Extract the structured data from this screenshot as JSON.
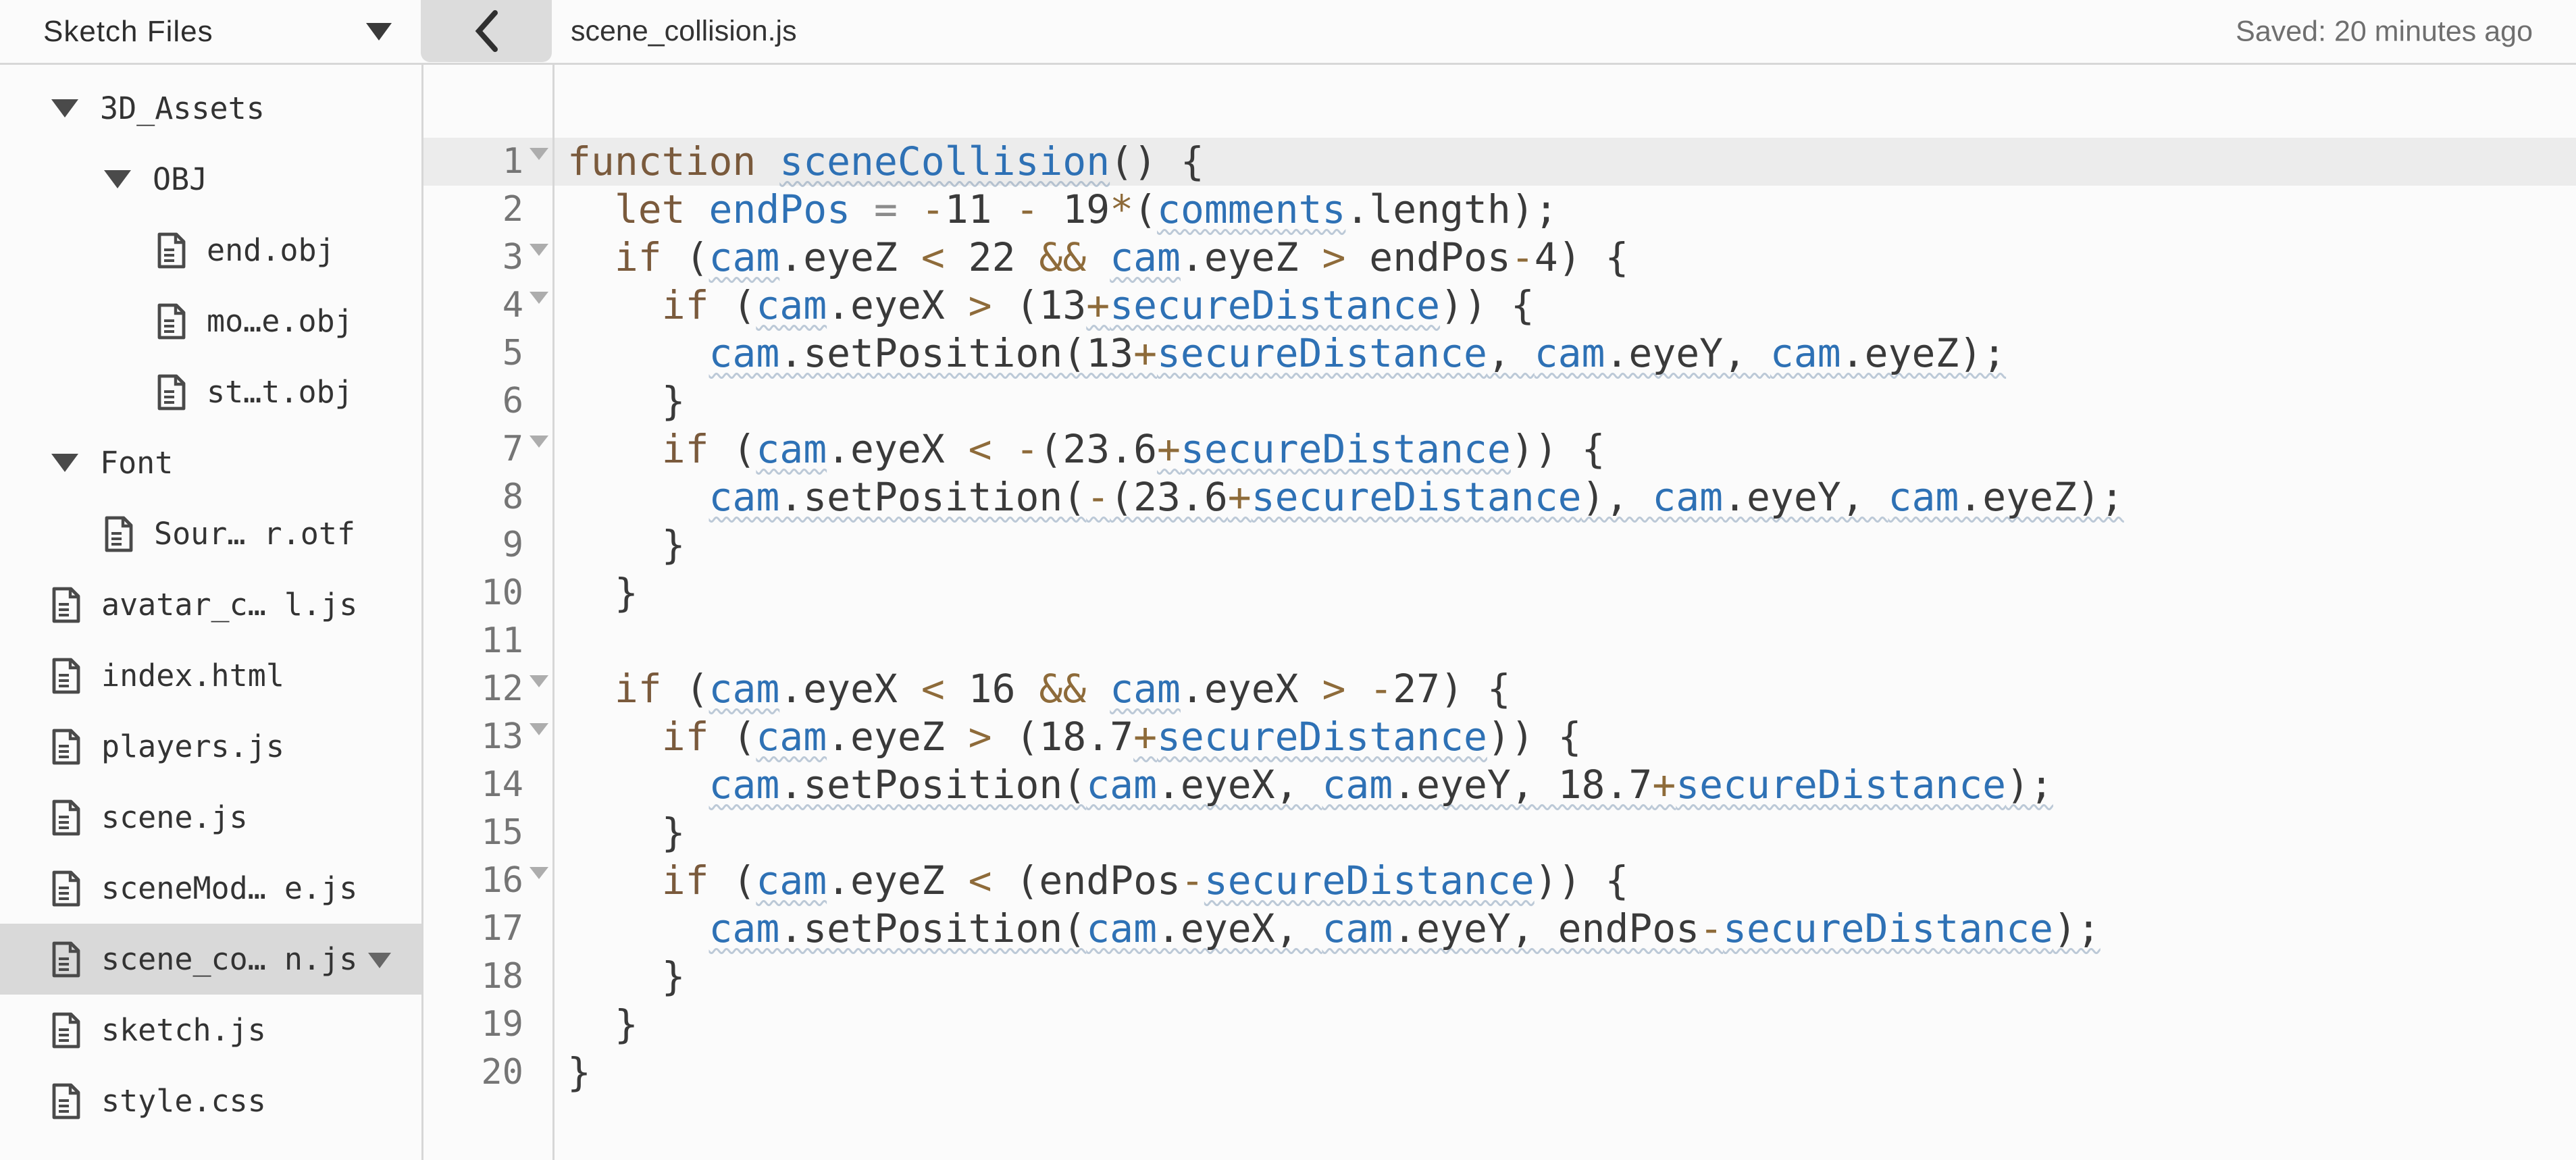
{
  "topbar": {
    "sketch_files_label": "Sketch Files",
    "filename": "scene_collision.js",
    "saved_status": "Saved: 20 minutes ago"
  },
  "sidebar": {
    "items": [
      {
        "type": "folder",
        "label": "3D_Assets",
        "depth": 0,
        "expanded": true
      },
      {
        "type": "folder",
        "label": "OBJ",
        "depth": 1,
        "expanded": true
      },
      {
        "type": "file",
        "label": "end.obj",
        "depth": 2
      },
      {
        "type": "file",
        "label": "mo…e.obj",
        "depth": 2
      },
      {
        "type": "file",
        "label": "st…t.obj",
        "depth": 2
      },
      {
        "type": "folder",
        "label": "Font",
        "depth": 0,
        "expanded": true
      },
      {
        "type": "file",
        "label": "Sour… r.otf",
        "depth": 1
      },
      {
        "type": "file",
        "label": "avatar_c… l.js",
        "depth": 0
      },
      {
        "type": "file",
        "label": "index.html",
        "depth": 0
      },
      {
        "type": "file",
        "label": "players.js",
        "depth": 0
      },
      {
        "type": "file",
        "label": "scene.js",
        "depth": 0
      },
      {
        "type": "file",
        "label": "sceneMod… e.js",
        "depth": 0
      },
      {
        "type": "file",
        "label": "scene_co… n.js",
        "depth": 0,
        "selected": true,
        "has_menu": true
      },
      {
        "type": "file",
        "label": "sketch.js",
        "depth": 0
      },
      {
        "type": "file",
        "label": "style.css",
        "depth": 0
      }
    ]
  },
  "editor": {
    "active_line": 1,
    "lines": [
      {
        "num": 1,
        "fold": true,
        "highlight": true,
        "tokens": [
          [
            "k",
            "function "
          ],
          [
            "v",
            "sceneCollision",
            1
          ],
          [
            "d",
            "() {"
          ]
        ]
      },
      {
        "num": 2,
        "tokens": [
          [
            "d",
            "  "
          ],
          [
            "k",
            "let"
          ],
          [
            "d",
            " "
          ],
          [
            "v",
            "endPos"
          ],
          [
            "e",
            " = "
          ],
          [
            "o",
            "-"
          ],
          [
            "d",
            "11 "
          ],
          [
            "o",
            "-"
          ],
          [
            "d",
            " 19"
          ],
          [
            "o",
            "*"
          ],
          [
            "d",
            "("
          ],
          [
            "v",
            "comments",
            1
          ],
          [
            "d",
            ".length);"
          ]
        ]
      },
      {
        "num": 3,
        "fold": true,
        "tokens": [
          [
            "d",
            "  "
          ],
          [
            "k",
            "if"
          ],
          [
            "d",
            " ("
          ],
          [
            "v",
            "cam",
            1
          ],
          [
            "d",
            ".eyeZ "
          ],
          [
            "o",
            "<"
          ],
          [
            "d",
            " 22 "
          ],
          [
            "o",
            "&&"
          ],
          [
            "d",
            " "
          ],
          [
            "v",
            "cam",
            1
          ],
          [
            "d",
            ".eyeZ "
          ],
          [
            "o",
            ">"
          ],
          [
            "d",
            " endPos"
          ],
          [
            "o",
            "-"
          ],
          [
            "d",
            "4) {"
          ]
        ]
      },
      {
        "num": 4,
        "fold": true,
        "tokens": [
          [
            "d",
            "    "
          ],
          [
            "k",
            "if"
          ],
          [
            "d",
            " ("
          ],
          [
            "v",
            "cam",
            1
          ],
          [
            "d",
            ".eyeX "
          ],
          [
            "o",
            ">"
          ],
          [
            "d",
            " (13"
          ],
          [
            "o",
            "+",
            1
          ],
          [
            "v",
            "secureDistance",
            1
          ],
          [
            "d",
            ")) {"
          ]
        ]
      },
      {
        "num": 5,
        "tokens": [
          [
            "d",
            "      "
          ],
          [
            "v",
            "cam",
            1
          ],
          [
            "d",
            ".setPosition(13",
            1
          ],
          [
            "o",
            "+",
            1
          ],
          [
            "v",
            "secureDistance",
            1
          ],
          [
            "d",
            ", ",
            1
          ],
          [
            "v",
            "cam",
            1
          ],
          [
            "d",
            ".eyeY, ",
            1
          ],
          [
            "v",
            "cam",
            1
          ],
          [
            "d",
            ".eyeZ);",
            1
          ]
        ]
      },
      {
        "num": 6,
        "tokens": [
          [
            "d",
            "    }"
          ]
        ]
      },
      {
        "num": 7,
        "fold": true,
        "tokens": [
          [
            "d",
            "    "
          ],
          [
            "k",
            "if"
          ],
          [
            "d",
            " ("
          ],
          [
            "v",
            "cam",
            1
          ],
          [
            "d",
            ".eyeX "
          ],
          [
            "o",
            "<"
          ],
          [
            "d",
            " "
          ],
          [
            "o",
            "-"
          ],
          [
            "d",
            "(23.6"
          ],
          [
            "o",
            "+",
            1
          ],
          [
            "v",
            "secureDistance",
            1
          ],
          [
            "d",
            ")) {"
          ]
        ]
      },
      {
        "num": 8,
        "tokens": [
          [
            "d",
            "      "
          ],
          [
            "v",
            "cam",
            1
          ],
          [
            "d",
            ".setPosition(",
            1
          ],
          [
            "o",
            "-",
            1
          ],
          [
            "d",
            "(23.6",
            1
          ],
          [
            "o",
            "+",
            1
          ],
          [
            "v",
            "secureDistance",
            1
          ],
          [
            "d",
            "), ",
            1
          ],
          [
            "v",
            "cam",
            1
          ],
          [
            "d",
            ".eyeY, ",
            1
          ],
          [
            "v",
            "cam",
            1
          ],
          [
            "d",
            ".eyeZ);",
            1
          ]
        ]
      },
      {
        "num": 9,
        "tokens": [
          [
            "d",
            "    }"
          ]
        ]
      },
      {
        "num": 10,
        "tokens": [
          [
            "d",
            "  }"
          ]
        ]
      },
      {
        "num": 11,
        "tokens": []
      },
      {
        "num": 12,
        "fold": true,
        "tokens": [
          [
            "d",
            "  "
          ],
          [
            "k",
            "if"
          ],
          [
            "d",
            " ("
          ],
          [
            "v",
            "cam",
            1
          ],
          [
            "d",
            ".eyeX "
          ],
          [
            "o",
            "<"
          ],
          [
            "d",
            " 16 "
          ],
          [
            "o",
            "&&"
          ],
          [
            "d",
            " "
          ],
          [
            "v",
            "cam",
            1
          ],
          [
            "d",
            ".eyeX "
          ],
          [
            "o",
            ">"
          ],
          [
            "d",
            " "
          ],
          [
            "o",
            "-"
          ],
          [
            "d",
            "27) {"
          ]
        ]
      },
      {
        "num": 13,
        "fold": true,
        "tokens": [
          [
            "d",
            "    "
          ],
          [
            "k",
            "if"
          ],
          [
            "d",
            " ("
          ],
          [
            "v",
            "cam",
            1
          ],
          [
            "d",
            ".eyeZ "
          ],
          [
            "o",
            ">"
          ],
          [
            "d",
            " (18.7"
          ],
          [
            "o",
            "+",
            1
          ],
          [
            "v",
            "secureDistance",
            1
          ],
          [
            "d",
            ")) {"
          ]
        ]
      },
      {
        "num": 14,
        "tokens": [
          [
            "d",
            "      "
          ],
          [
            "v",
            "cam",
            1
          ],
          [
            "d",
            ".setPosition(",
            1
          ],
          [
            "v",
            "cam",
            1
          ],
          [
            "d",
            ".eyeX, ",
            1
          ],
          [
            "v",
            "cam",
            1
          ],
          [
            "d",
            ".eyeY, 18.7",
            1
          ],
          [
            "o",
            "+",
            1
          ],
          [
            "v",
            "secureDistance",
            1
          ],
          [
            "d",
            ");",
            1
          ]
        ]
      },
      {
        "num": 15,
        "tokens": [
          [
            "d",
            "    }"
          ]
        ]
      },
      {
        "num": 16,
        "fold": true,
        "tokens": [
          [
            "d",
            "    "
          ],
          [
            "k",
            "if"
          ],
          [
            "d",
            " ("
          ],
          [
            "v",
            "cam",
            1
          ],
          [
            "d",
            ".eyeZ "
          ],
          [
            "o",
            "<"
          ],
          [
            "d",
            " (endPos"
          ],
          [
            "o",
            "-"
          ],
          [
            "v",
            "secureDistance",
            1
          ],
          [
            "d",
            ")) {"
          ]
        ]
      },
      {
        "num": 17,
        "tokens": [
          [
            "d",
            "      "
          ],
          [
            "v",
            "cam",
            1
          ],
          [
            "d",
            ".setPosition(",
            1
          ],
          [
            "v",
            "cam",
            1
          ],
          [
            "d",
            ".eyeX, ",
            1
          ],
          [
            "v",
            "cam",
            1
          ],
          [
            "d",
            ".eyeY, endPos",
            1
          ],
          [
            "o",
            "-",
            1
          ],
          [
            "v",
            "secureDistance",
            1
          ],
          [
            "d",
            ");",
            1
          ]
        ]
      },
      {
        "num": 18,
        "tokens": [
          [
            "d",
            "    }"
          ]
        ]
      },
      {
        "num": 19,
        "tokens": [
          [
            "d",
            "  }"
          ]
        ]
      },
      {
        "num": 20,
        "tokens": [
          [
            "d",
            "}"
          ]
        ]
      }
    ]
  },
  "colors": {
    "keyword": "#7A5A3C",
    "variable": "#2E71B5",
    "operator": "#8E6B3A",
    "equals": "#8C8C8C",
    "text": "#3A3A3A",
    "line_number": "#757575",
    "active_line_bg": "#ECECEC",
    "selected_item_bg": "#D9D9D9",
    "button_bg": "#DCDCDC",
    "border": "#D7D7D7"
  }
}
